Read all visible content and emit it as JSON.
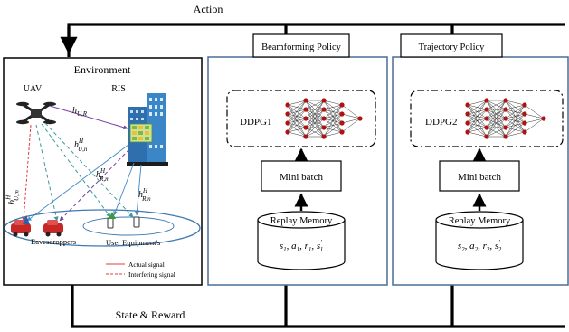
{
  "top_label": "Action",
  "bottom_label": "State & Reward",
  "environment": {
    "title": "Environment",
    "uav_label": "UAV",
    "ris_label": "RIS",
    "eavesdroppers_label": "Eavesdroppers",
    "users_label": "User Equipment's",
    "legend": {
      "actual": "Actual signal",
      "interfering": "Interfering signal"
    },
    "channels": {
      "h_ur": {
        "base": "h",
        "sub": "U,R"
      },
      "h_un": {
        "base": "h",
        "sup": "H",
        "sub": "U,n"
      },
      "h_rm": {
        "base": "h",
        "sup": "H",
        "sub": "R,m"
      },
      "h_rn": {
        "base": "h",
        "sup": "H",
        "sub": "R,n"
      },
      "h_um": {
        "base": "h",
        "sup": "H",
        "sub": "U,m"
      }
    }
  },
  "agents": [
    {
      "policy_label": "Beamforming Policy",
      "ddpg_label": "DDPG1",
      "minibatch_label": "Mini batch",
      "memory_label": "Replay Memory",
      "tuple": {
        "s": "s",
        "a": "a",
        "r": "r",
        "idx": "1"
      }
    },
    {
      "policy_label": "Trajectory Policy",
      "ddpg_label": "DDPG2",
      "minibatch_label": "Mini batch",
      "memory_label": "Replay Memory",
      "tuple": {
        "s": "s",
        "a": "a",
        "r": "r",
        "idx": "2"
      }
    }
  ],
  "colors": {
    "panel_border": "#4a6d94",
    "node": "#b01212",
    "actual_signal": "#e03c3c",
    "uav_ris_link": "#7a3fa8",
    "ris_user_link": "#4a90c8",
    "eave_link": "#3a9a9a",
    "ellipse": "#3f79b0"
  }
}
